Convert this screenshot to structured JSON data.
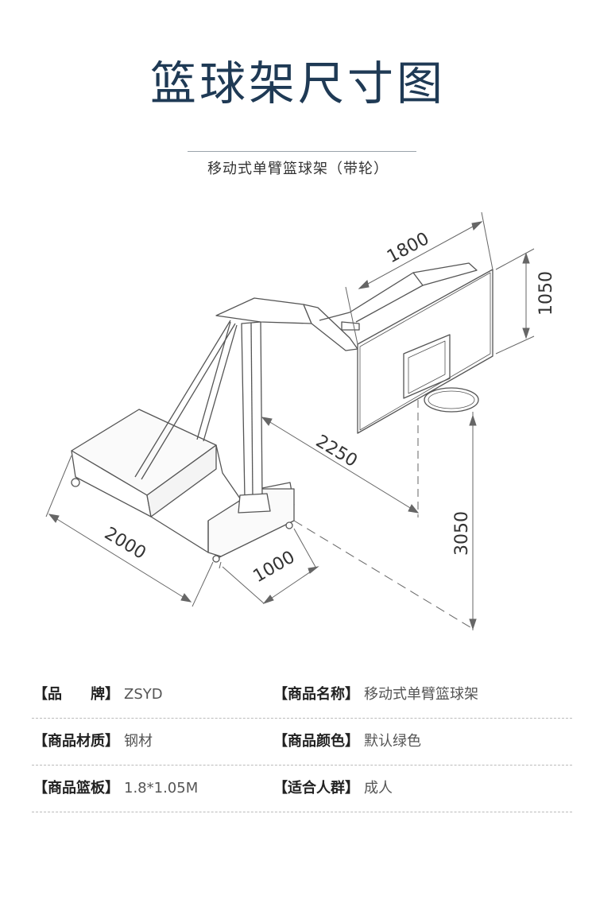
{
  "page": {
    "title": "篮球架尺寸图",
    "subtitle": "移动式单臂篮球架（带轮）"
  },
  "dimensions": {
    "backboard_width": "1800",
    "backboard_height": "1050",
    "reach": "2250",
    "rim_height": "3050",
    "base_length": "2000",
    "base_width": "1000"
  },
  "specs": [
    [
      {
        "label": "【品　　牌】",
        "value": "ZSYD"
      },
      {
        "label": "【商品名称】",
        "value": "移动式单臂篮球架"
      }
    ],
    [
      {
        "label": "【商品材质】",
        "value": "钢材"
      },
      {
        "label": "【商品颜色】",
        "value": "默认绿色"
      }
    ],
    [
      {
        "label": "【商品篮板】",
        "value": "1.8*1.05M"
      },
      {
        "label": "【适合人群】",
        "value": "成人"
      }
    ]
  ],
  "colors": {
    "title": "#1f3a55",
    "line": "#555555"
  }
}
